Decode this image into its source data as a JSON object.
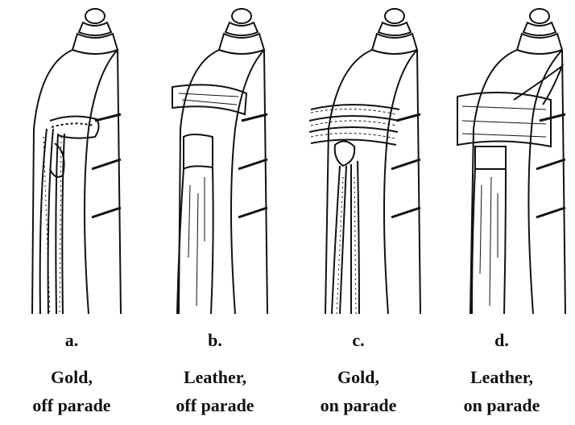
{
  "panels": [
    {
      "letter": "a.",
      "line1": "Gold,",
      "line2": "off parade",
      "strap": "gold",
      "mode": "off"
    },
    {
      "letter": "b.",
      "line1": "Leather,",
      "line2": "off parade",
      "strap": "leather",
      "mode": "off"
    },
    {
      "letter": "c.",
      "line1": "Gold,",
      "line2": "on parade",
      "strap": "gold",
      "mode": "on"
    },
    {
      "letter": "d.",
      "line1": "Leather,",
      "line2": "on parade",
      "strap": "leather",
      "mode": "on"
    }
  ]
}
